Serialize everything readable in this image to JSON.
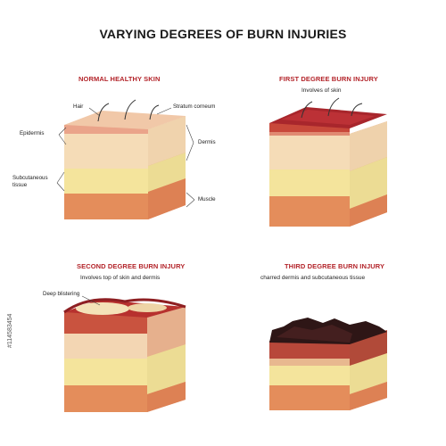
{
  "title": "VARYING DEGREES OF BURN INJURIES",
  "panels": {
    "normal": {
      "title": "NORMAL HEALTHY SKIN",
      "labels": {
        "hair": "Hair",
        "stratum": "Stratum corneum",
        "epidermis": "Epidermis",
        "dermis": "Dermis",
        "subcutaneous_line1": "Subcutaneous",
        "subcutaneous_line2": "tissue",
        "muscle": "Muscle"
      }
    },
    "first": {
      "title": "FIRST DEGREE BURN INJURY",
      "subtitle": "Involves of skin"
    },
    "second": {
      "title": "SECOND DEGREE BURN INJURY",
      "subtitle": "Involves top of skin and dermis",
      "label": "Deep blistering"
    },
    "third": {
      "title": "THIRD DEGREE BURN INJURY",
      "subtitle": "charred  dermis and subcutaneous tissue"
    }
  },
  "watermark": "#114583454",
  "colors": {
    "title": "#1a1a1a",
    "section_title": "#b3242a",
    "dermis": "#f6dcb6",
    "subcutaneous": "#f3e39b",
    "muscle": "#e7905e",
    "epidermis": "#e9a78a",
    "burn_red": "#a52a2a",
    "char": "#3a1b1b"
  }
}
